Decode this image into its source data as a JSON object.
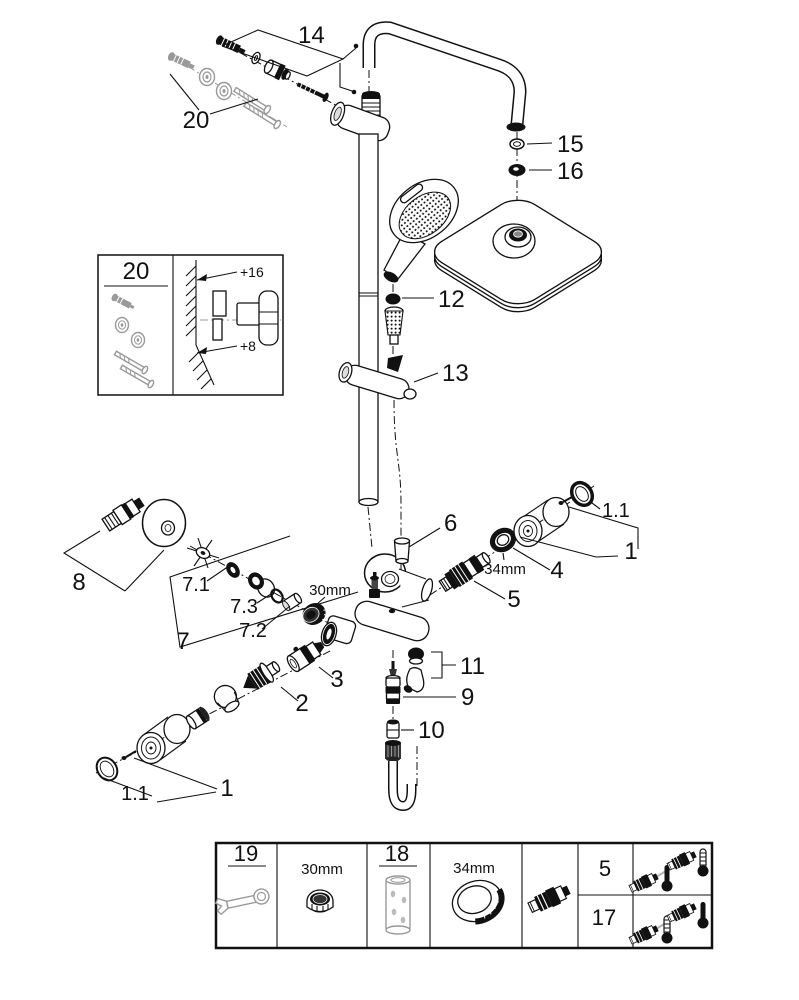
{
  "figure": {
    "type": "exploded-parts-diagram",
    "callouts": {
      "c14": "14",
      "c20": "20",
      "c15": "15",
      "c16": "16",
      "c12": "12",
      "c13": "13",
      "c8": "8",
      "c7": "7",
      "c7_1": "7.1",
      "c7_3": "7.3",
      "c7_2": "7.2",
      "c30mm": "30mm",
      "c6": "6",
      "c5": "5",
      "c34mm": "34mm",
      "c4": "4",
      "c1_right": "1",
      "c1_1_right": "1.1",
      "c11": "11",
      "c9": "9",
      "c10": "10",
      "c3": "3",
      "c2": "2",
      "c1_left": "1",
      "c1_1_left": "1.1"
    },
    "inset": {
      "title": "20",
      "dim_upper": "+16",
      "dim_lower": "+8"
    },
    "table": {
      "cell_19": "19",
      "cell_30mm": "30mm",
      "cell_18": "18",
      "cell_34mm": "34mm",
      "row_5": "5",
      "row_17": "17"
    },
    "colors": {
      "ink": "#111111",
      "muted_grey": "#999999",
      "paper": "#ffffff"
    }
  }
}
